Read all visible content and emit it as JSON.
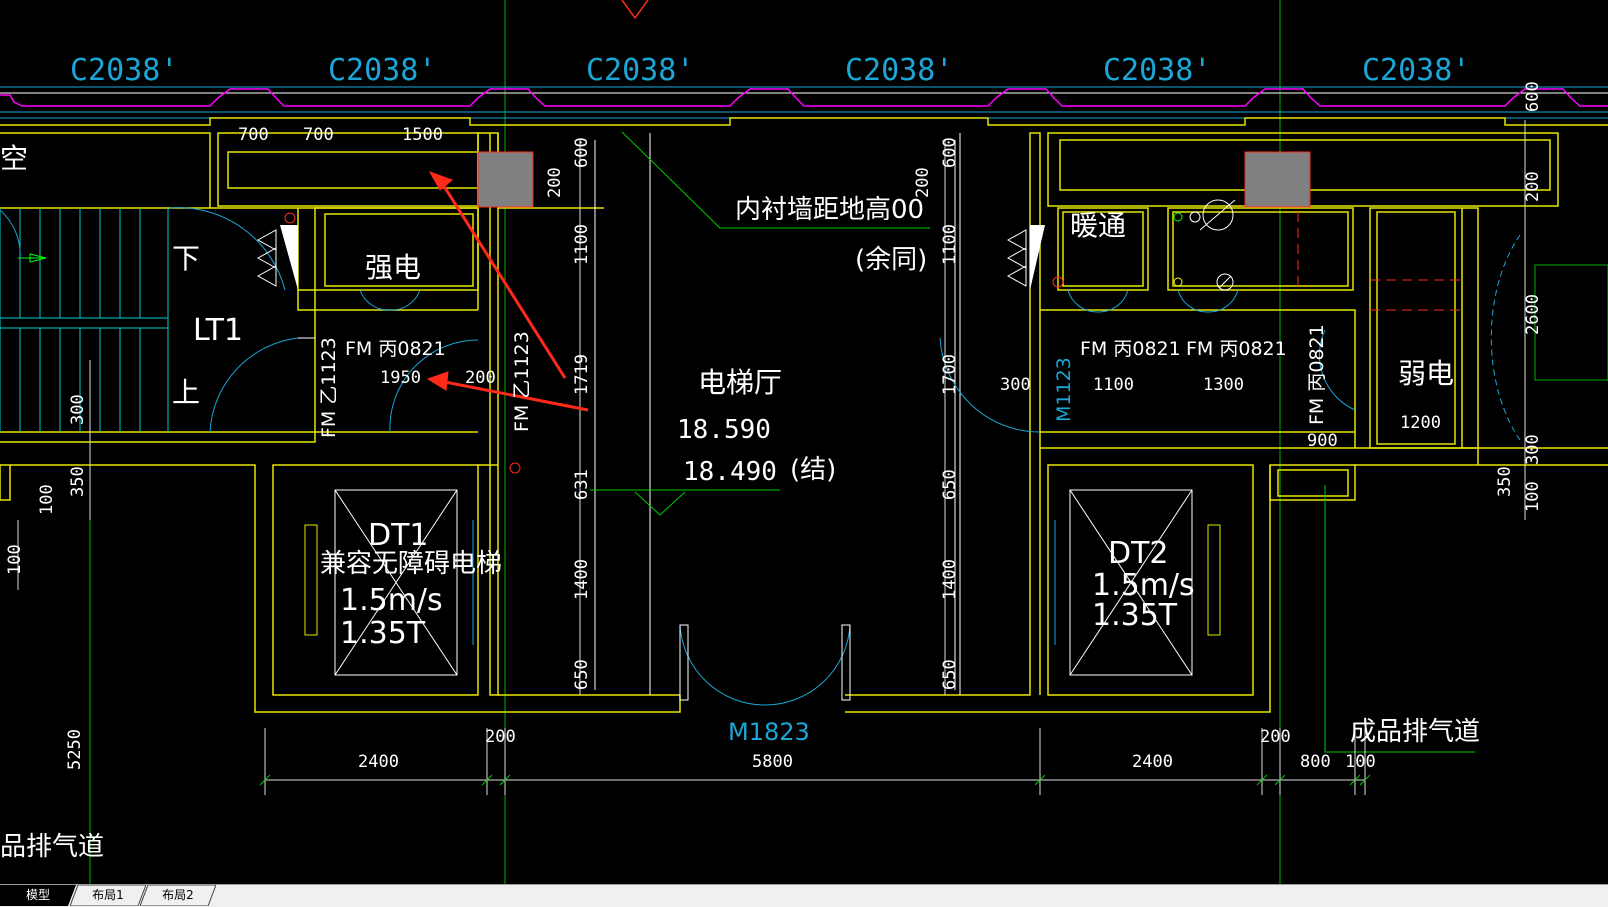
{
  "colors": {
    "background": "#000000",
    "wall": "#ffff00",
    "dimension": "#ffffff",
    "window_tag": "#1aa6d6",
    "window_frame": "#ff00ff",
    "axis": "#00ff00",
    "stair": "#00ffff",
    "annotation_arrow": "#ff2a1a",
    "shaft_fill": "#808080",
    "tab_active_bg": "#000000",
    "tab_bg": "#f0f0f0"
  },
  "window_tags": [
    "C2038'",
    "C2038'",
    "C2038'",
    "C2038'",
    "C2038'",
    "C2038'"
  ],
  "room_labels": {
    "strong_power": "强电",
    "elevator_hall": "电梯厅",
    "hvac": "暖通",
    "weak_power": "弱电",
    "stair": "LT1",
    "stair_down": "下",
    "stair_up": "上",
    "left_edge_empty": "空"
  },
  "notes": {
    "lining_wall": "内衬墙距地高00",
    "same_below": "(余同)",
    "level_upper": "18.590",
    "level_lower": "18.490",
    "structural": "(结)",
    "exhaust_right": "成品排气道",
    "exhaust_left": "品排气道"
  },
  "elevators": [
    {
      "id": "DT1",
      "line2": "兼容无障碍电梯",
      "speed": "1.5m/s",
      "load": "1.35T"
    },
    {
      "id": "DT2",
      "line2": "",
      "speed": "1.5m/s",
      "load": "1.35T"
    }
  ],
  "doors": {
    "fm_bing_left": "FM 丙0821",
    "fm_yi_left": "FM 乙1123",
    "fm_jia_mid": "FM 乙1123",
    "fm_bing_hvac": "FM 丙0821",
    "fm_bing_water": "FM 丙0821",
    "fm_bing_weak": "FM 丙0821",
    "m1123": "M1123",
    "m1823": "M1823"
  },
  "dimensions": {
    "top_700a": "700",
    "top_700b": "700",
    "top_1500": "1500",
    "d1950": "1950",
    "d200_mid": "200",
    "d300_left": "300",
    "d350_left": "350",
    "d100_left": "100",
    "d100_left2": "100",
    "d5250": "5250",
    "v600_a": "600",
    "v200_a": "200",
    "v1100_a": "1100",
    "v1719": "1719",
    "v631": "631",
    "v1400_a": "1400",
    "v650_a": "650",
    "v600_b": "600",
    "v200_b": "200",
    "v1100_b": "1100",
    "v1700": "1700",
    "v650_b": "650",
    "v1400_b": "1400",
    "v650_c": "650",
    "d300_r": "300",
    "d1100": "1100",
    "d1300": "1300",
    "d1200": "1200",
    "d900": "900",
    "v600_r": "600",
    "v200_r": "200",
    "v2600": "2600",
    "v300_r": "300",
    "v350_r": "350",
    "v100_r": "100",
    "b2400a": "2400",
    "b200a": "200",
    "b5800": "5800",
    "b2400b": "2400",
    "b200b": "200",
    "b800": "800",
    "b100": "100"
  },
  "tabs": [
    {
      "label": "模型",
      "active": true
    },
    {
      "label": "布局1",
      "active": false
    },
    {
      "label": "布局2",
      "active": false
    }
  ]
}
